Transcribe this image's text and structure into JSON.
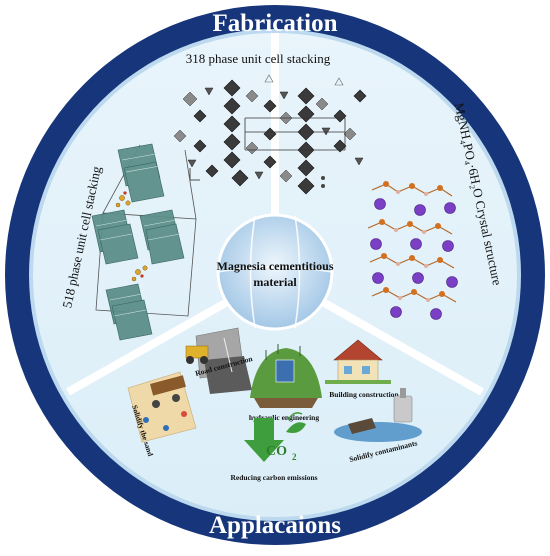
{
  "ring": {
    "top_title": "Fabrication",
    "bottom_title": "Applacaions"
  },
  "fabrication": {
    "label_318": "318 phase unit cell stacking",
    "label_518": "518 phase unit cell stacking",
    "label_crystal": "MgNH₄PO₄·6H₂O Crystal structure"
  },
  "center": {
    "line1": "Magnesia cementitious",
    "line2": "material"
  },
  "applications": {
    "road": "Road construction",
    "hydraulic": "hydraulic engineering",
    "building": "Building construction",
    "sand": "Solidify the sand",
    "carbon": "Reducing carbon emissions",
    "contaminants": "Solidify contaminants"
  },
  "icons": {
    "co2": "CO",
    "co2_sub": "2"
  },
  "colors": {
    "ring_dark": "#16357a",
    "ring_light": "#bcd9ef",
    "panel": "#e4f1fa",
    "divider": "#ffffff",
    "center": "#a9cbe8",
    "crystal_purple": "#7a3fc4",
    "crystal_orange": "#d3701f",
    "green": "#3e9d3c"
  }
}
